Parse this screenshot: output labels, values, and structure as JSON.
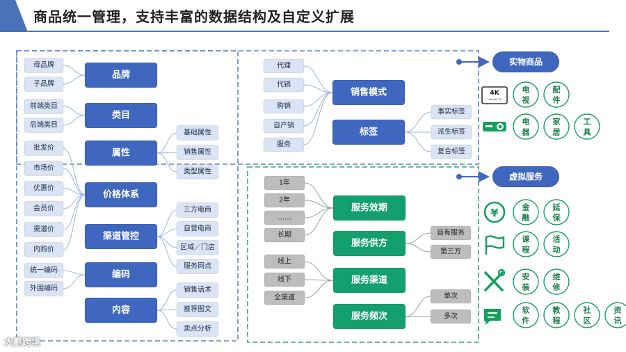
{
  "title": "商品统一管理，支持丰富的数据结构及自定义扩展",
  "watermark": "大鹏跨境",
  "colors": {
    "header_accent": "#4a72b8",
    "blue_node": "#3f67c0",
    "blue_leaf": "#dbe4f4",
    "green_node": "#13a06e",
    "gray_leaf": "#bdbdbd",
    "dashed_blue": "#5b84c8",
    "dashed_green": "#2fa879",
    "green_icon": "#14a05e"
  },
  "physical": {
    "badge": "实物商品",
    "attrs": [
      {
        "name": "品牌",
        "leaves": [
          "母品牌",
          "子品牌"
        ]
      },
      {
        "name": "类目",
        "leaves": [
          "前端类目",
          "后端类目"
        ]
      },
      {
        "name": "属性",
        "leaves": [
          "基础属性",
          "销售属性",
          "类型属性"
        ]
      },
      {
        "name": "价格体系",
        "leaves": [
          "批发价",
          "市场价",
          "优惠价",
          "会员价",
          "渠道价",
          "内购价"
        ]
      },
      {
        "name": "渠道管控",
        "leaves": [
          "三方电商",
          "自营电商",
          "区域／门店",
          "服务网点"
        ]
      },
      {
        "name": "编码",
        "leaves": [
          "统一编码",
          "外围编码"
        ]
      },
      {
        "name": "内容",
        "leaves": [
          "销售话术",
          "推荐图文",
          "卖点分析"
        ]
      }
    ],
    "sales_mode": {
      "name": "销售模式",
      "leaves": [
        "代理",
        "代销",
        "购销",
        "自产销",
        "服务"
      ]
    },
    "tags": {
      "name": "标签",
      "leaves": [
        "事实标签",
        "派生标签",
        "复合标签"
      ]
    },
    "examples": [
      {
        "icon": "tv-icon",
        "icon_text": "4K",
        "icon_sub": "UltraHD TV",
        "items": [
          "电视",
          "配件"
        ]
      },
      {
        "icon": "projector-icon",
        "items": [
          "电器",
          "家居",
          "工具"
        ]
      }
    ]
  },
  "virtual": {
    "badge": "虚拟服务",
    "groups": [
      {
        "name": "服务效期",
        "leaves": [
          "1年",
          "2年",
          "……",
          "长期"
        ]
      },
      {
        "name": "服务供方",
        "leaves": [
          "自有服务",
          "第三方"
        ]
      },
      {
        "name": "服务渠道",
        "leaves": [
          "线上",
          "线下",
          "全渠道"
        ]
      },
      {
        "name": "服务频次",
        "leaves": [
          "单次",
          "多次"
        ]
      }
    ],
    "examples": [
      {
        "icon": "yen-coin-icon",
        "items": [
          "金融",
          "延保"
        ]
      },
      {
        "icon": "flag-icon",
        "items": [
          "课程",
          "活动"
        ]
      },
      {
        "icon": "tools-icon",
        "items": [
          "安装",
          "维修"
        ]
      },
      {
        "icon": "chat-icon",
        "items": [
          "软件",
          "教程",
          "社区",
          "资讯"
        ]
      }
    ]
  }
}
